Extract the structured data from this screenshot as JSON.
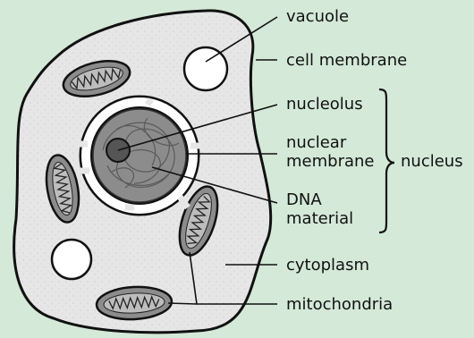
{
  "background_color": "#d4e9d8",
  "cell_fill": "#e6e6e6",
  "nucleus_fill": "#8c8c8c",
  "vacuole_fill": "#ffffff",
  "mitochondria_fill": "#8c8c8c",
  "labels": {
    "vacuole": "vacuole",
    "cell_membrane": "cell membrane",
    "nucleolus": "nucleolus",
    "nuclear_membrane_line1": "nuclear",
    "nuclear_membrane_line2": "membrane",
    "nucleus": "nucleus",
    "dna_material_line1": "DNA",
    "dna_material_line2": "material",
    "cytoplasm": "cytoplasm",
    "mitochondria": "mitochondria"
  }
}
